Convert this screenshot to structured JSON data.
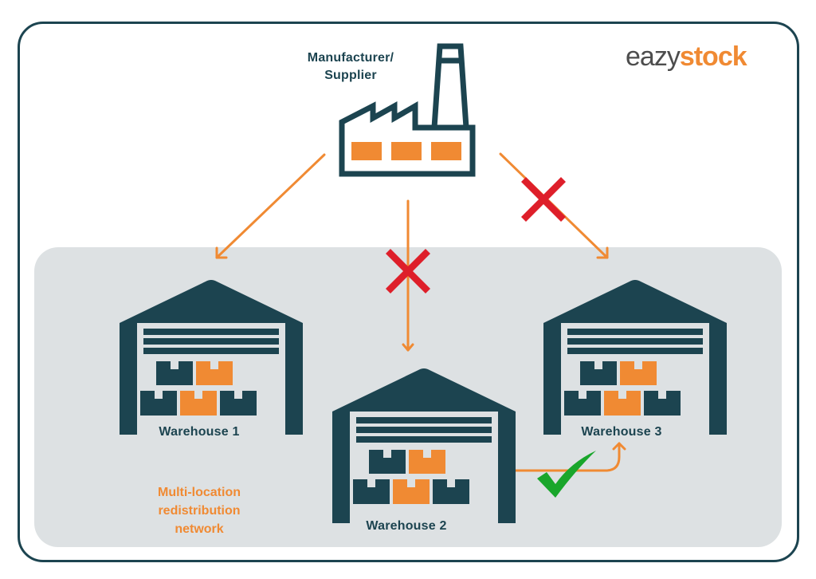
{
  "logo": {
    "part1": "eazy",
    "part2": "stock"
  },
  "colors": {
    "dark": "#1c4450",
    "orange": "#f08a33",
    "red": "#de1f2a",
    "green": "#19a62b",
    "panel": "#dde1e3"
  },
  "source": {
    "line1": "Manufacturer/",
    "line2": "Supplier"
  },
  "warehouses": [
    {
      "label": "Warehouse 1"
    },
    {
      "label": "Warehouse 2"
    },
    {
      "label": "Warehouse 3"
    }
  ],
  "network": {
    "line1": "Multi-location",
    "line2": "redistribution",
    "line3": "network"
  },
  "flows": [
    {
      "from": "Manufacturer/Supplier",
      "to": "Warehouse 1",
      "status": "allowed"
    },
    {
      "from": "Manufacturer/Supplier",
      "to": "Warehouse 2",
      "status": "blocked"
    },
    {
      "from": "Manufacturer/Supplier",
      "to": "Warehouse 3",
      "status": "blocked"
    },
    {
      "from": "Warehouse 2",
      "to": "Warehouse 3",
      "status": "approved"
    }
  ]
}
